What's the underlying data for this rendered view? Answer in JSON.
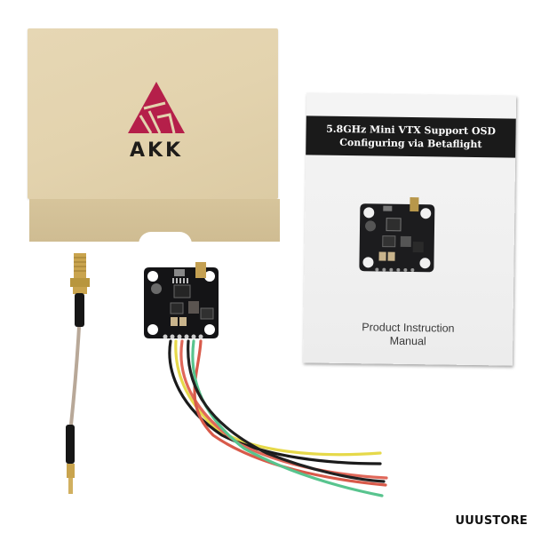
{
  "scene": {
    "description": "Product photo of AKK 5.8GHz mini VTX kit on white background",
    "background_color": "#ffffff"
  },
  "box": {
    "brand": "AKK",
    "logo_color": "#b51f4a",
    "color": "#e3d3ae"
  },
  "manual": {
    "title_line1": "5.8GHz Mini VTX Support OSD",
    "title_line2": "Configuring via Betaflight",
    "footer_line1": "Product Instruction",
    "footer_line2": "Manual"
  },
  "items": {
    "antenna_pigtail": "SMA to MMCX pigtail cable",
    "vtx_board": "Mini VTX board",
    "wires": [
      "red",
      "black",
      "yellow",
      "green",
      "red"
    ]
  },
  "watermark": "UUUSTORE"
}
